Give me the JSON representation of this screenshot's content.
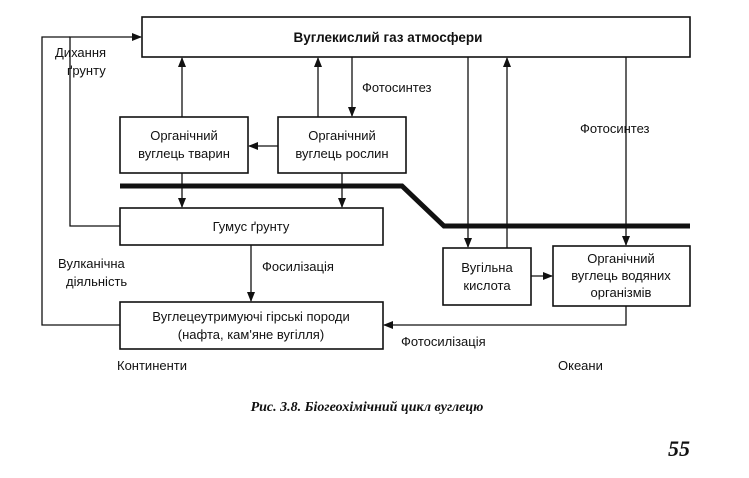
{
  "boxes": {
    "atmosphere": "Вуглекислий газ атмосфери",
    "animal_carbon": [
      "Органічний",
      "вуглець тварин"
    ],
    "plant_carbon": [
      "Органічний",
      "вуглець рослин"
    ],
    "humus": "Гумус ґрунту",
    "rocks": [
      "Вуглецеутримуючі гірські породи",
      "(нафта, кам'яне вугілля)"
    ],
    "carbonic_acid": [
      "Вугільна",
      "кислота"
    ],
    "aquatic_carbon": [
      "Органічний",
      "вуглець водяних",
      "організмів"
    ]
  },
  "labels": {
    "soil_respiration": [
      "Дихання",
      "ґрунту"
    ],
    "photosynthesis_land": "Фотосинтез",
    "photosynthesis_ocean": "Фотосинтез",
    "volcanic": [
      "Вулканічна",
      "діяльність"
    ],
    "fossilization_land": "Фосилізація",
    "fossilization_ocean": "Фотосилізація",
    "continents": "Континенти",
    "oceans": "Океани"
  },
  "caption": "Рис. 3.8. Біогеохімічний цикл вуглецю",
  "page_number": "55"
}
